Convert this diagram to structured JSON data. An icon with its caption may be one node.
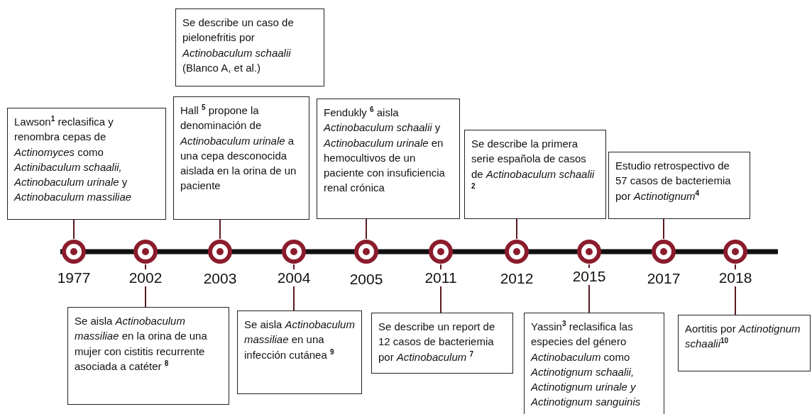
{
  "diagram": {
    "nodes": [
      {
        "text": [
          "Lawson$^{1}$ reclasifica y renombra cepas de *Actinomyces* como *Actinibaculum schaalii,* *Actinobaculum urinale* y *Actinobaculum massiliae*"
        ]
      },
      {
        "text": [
          "Se aisla *Actinobaculum massiliae* en la orina de una mujer con cistitis recurrente asociada a catéter $^{8}$"
        ]
      },
      {
        "text": [
          "Se describe un caso de pielonefritis por *Actinobaculum schaalii* (Blanco A, et al.)"
        ]
      },
      {
        "text": [
          "Hall $^{5}$ propone la denominación de *Actinobaculum urinale* a una cepa desconocida aislada en la orina de un paciente"
        ]
      },
      {
        "text": [
          "Se aisla *Actinobaculum massiliae* en una infección cutánea $^{9}$"
        ]
      },
      {
        "text": [
          "Fendukly $^{6}$ aisla *Actinobaculum schaalii* y *Actinobaculum urinale* en hemocultivos de un paciente con insuficiencia renal crónica"
        ]
      },
      {
        "text": [
          "Se describe un report de 12 casos de bacteriemia por *Actinobaculum* $^{7}$"
        ]
      },
      {
        "text": [
          "Se describe la primera serie española de casos de *Actinobaculum schaalii* $^{2}$"
        ]
      },
      {
        "text": [
          "Yassin$^{3}$ reclasifica las especies del género *Actinobaculum* como *Actinotignum schaalii, Actinotignum urinale y Actinotignum sanguinis*"
        ]
      },
      {
        "text": [
          "Estudio retrospectivo de 57 casos de bacteriemia por *Actinotignum*$^{4}$"
        ]
      },
      {
        "text": [
          "Aortitis por *Actinotignum schaalii*$^{10}$"
        ]
      },
      {
        "text": [],
        "shape": "circle",
        "beside": [
          "1977"
        ]
      },
      {
        "text": [],
        "shape": "circle",
        "beside": [
          "2002"
        ]
      },
      {
        "text": [],
        "shape": "circle",
        "beside": [
          "2003"
        ]
      },
      {
        "text": [],
        "shape": "circle",
        "beside": [
          "2004"
        ]
      },
      {
        "text": [],
        "shape": "circle",
        "beside": [
          "2005"
        ]
      },
      {
        "text": [],
        "shape": "circle",
        "beside": [
          "2011"
        ]
      },
      {
        "text": [],
        "shape": "circle",
        "beside": [
          "2012"
        ]
      },
      {
        "text": [],
        "shape": "circle",
        "beside": [
          "2015"
        ]
      },
      {
        "text": [],
        "shape": "circle",
        "beside": [
          "2017"
        ]
      },
      {
        "text": [],
        "shape": "circle",
        "beside": [
          "2018"
        ]
      }
    ],
    "edges": [
      {
        "from": 0,
        "to": 11,
        "arrow": "none"
      },
      {
        "from": 1,
        "to": 12,
        "arrow": "none"
      },
      {
        "from": 3,
        "to": 13,
        "arrow": "none"
      },
      {
        "from": 4,
        "to": 14,
        "arrow": "none"
      },
      {
        "from": 5,
        "to": 15,
        "arrow": "none"
      },
      {
        "from": 6,
        "to": 16,
        "arrow": "none"
      },
      {
        "from": 7,
        "to": 17,
        "arrow": "none"
      },
      {
        "from": 8,
        "to": 18,
        "arrow": "none"
      },
      {
        "from": 9,
        "to": 19,
        "arrow": "none"
      },
      {
        "from": 10,
        "to": 20,
        "arrow": "none"
      }
    ]
  }
}
